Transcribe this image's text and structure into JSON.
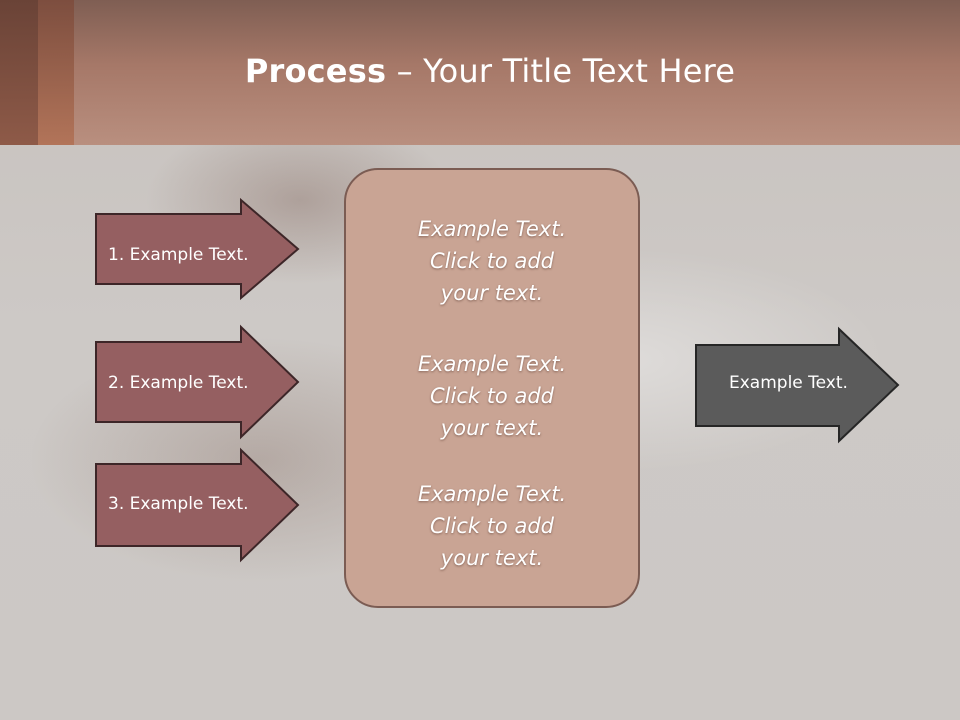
{
  "slide": {
    "title_bold": "Process",
    "title_rest": " – Your Title Text Here"
  },
  "left_arrows": [
    {
      "label": "1. Example Text."
    },
    {
      "label": "2. Example Text."
    },
    {
      "label": "3. Example Text."
    }
  ],
  "center_box": {
    "blocks": [
      {
        "line1": "Example Text.",
        "line2": "Click  to add",
        "line3": "your text."
      },
      {
        "line1": "Example Text.",
        "line2": "Click  to add",
        "line3": "your text."
      },
      {
        "line1": "Example Text.",
        "line2": "Click  to add",
        "line3": "your text."
      }
    ]
  },
  "right_arrow": {
    "label": "Example Text."
  },
  "colors": {
    "header": "#a67868",
    "left_arrow_fill": "#955f61",
    "center_box_fill": "#c9a494",
    "right_arrow_fill": "#5b5b5b"
  }
}
